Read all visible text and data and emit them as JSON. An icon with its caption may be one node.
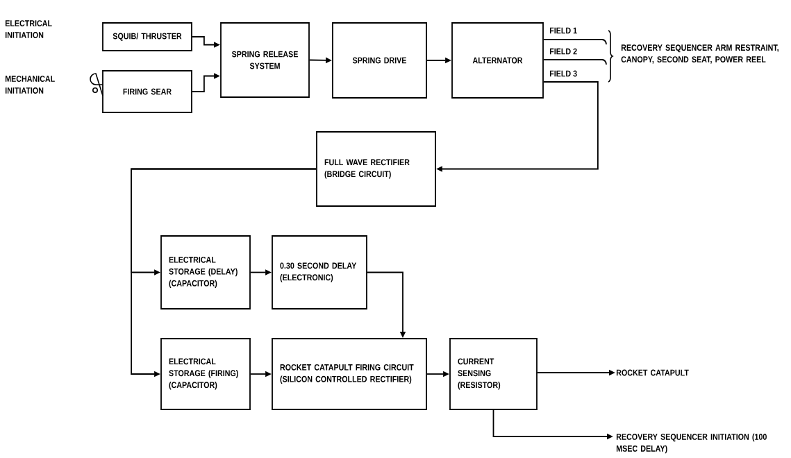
{
  "diagram": {
    "nodes": [
      {
        "text": [
          "SQUIB/ THRUSTER"
        ]
      },
      {
        "text": [
          "FIRING SEAR"
        ]
      },
      {
        "text": [
          "SPRING RELEASE SYSTEM"
        ]
      },
      {
        "text": [
          "SPRING DRIVE"
        ]
      },
      {
        "text": [
          "ALTERNATOR"
        ]
      },
      {
        "text": [
          "RECOVERY SEQUENCER ARM RESTRAINT, CANOPY, SECOND SEAT, POWER REEL"
        ]
      },
      {
        "text": [
          "FULL WAVE RECTIFIER (BRIDGE CIRCUIT)"
        ]
      },
      {
        "text": [
          "ELECTRICAL STORAGE (DELAY) (CAPACITOR)"
        ]
      },
      {
        "text": [
          "0.30 SECOND DELAY (ELECTRONIC)"
        ]
      },
      {
        "text": [
          "ELECTRICAL STORAGE (FIRING) (CAPACITOR)"
        ]
      },
      {
        "text": [
          "ROCKET CATAPULT FIRING CIRCUIT (SILICON CONTROLLED RECTIFIER)"
        ]
      },
      {
        "text": [
          "CURRENT SENSING (RESISTOR)"
        ]
      },
      {
        "text": [
          "ROCKET CATAPULT"
        ]
      },
      {
        "text": [
          "RECOVERY SEQUENCER INITIATION (100 MSEC DELAY)"
        ]
      }
    ],
    "edges": [
      {
        "from": 0,
        "to": 2,
        "arrow": "to"
      },
      {
        "from": 1,
        "to": 2,
        "arrow": "to"
      },
      {
        "from": 2,
        "to": 3,
        "arrow": "to"
      },
      {
        "from": 3,
        "to": 4,
        "arrow": "to"
      },
      {
        "from": 4,
        "to": 5,
        "arrow": "none",
        "label": "FIELD 1"
      },
      {
        "from": 4,
        "to": 5,
        "arrow": "none",
        "label": "FIELD 2"
      },
      {
        "from": 4,
        "to": 6,
        "arrow": "to",
        "label": "FIELD 3"
      },
      {
        "from": 6,
        "to": 7,
        "arrow": "to"
      },
      {
        "from": 6,
        "to": 9,
        "arrow": "to"
      },
      {
        "from": 7,
        "to": 8,
        "arrow": "to"
      },
      {
        "from": 8,
        "to": 10,
        "arrow": "to"
      },
      {
        "from": 9,
        "to": 10,
        "arrow": "to"
      },
      {
        "from": 10,
        "to": 11,
        "arrow": "to"
      },
      {
        "from": 11,
        "to": 12,
        "arrow": "to"
      },
      {
        "from": 11,
        "to": 13,
        "arrow": "to"
      }
    ],
    "labels": [
      "ELECTRICAL INITIATION",
      "MECHANICAL INITIATION"
    ]
  }
}
